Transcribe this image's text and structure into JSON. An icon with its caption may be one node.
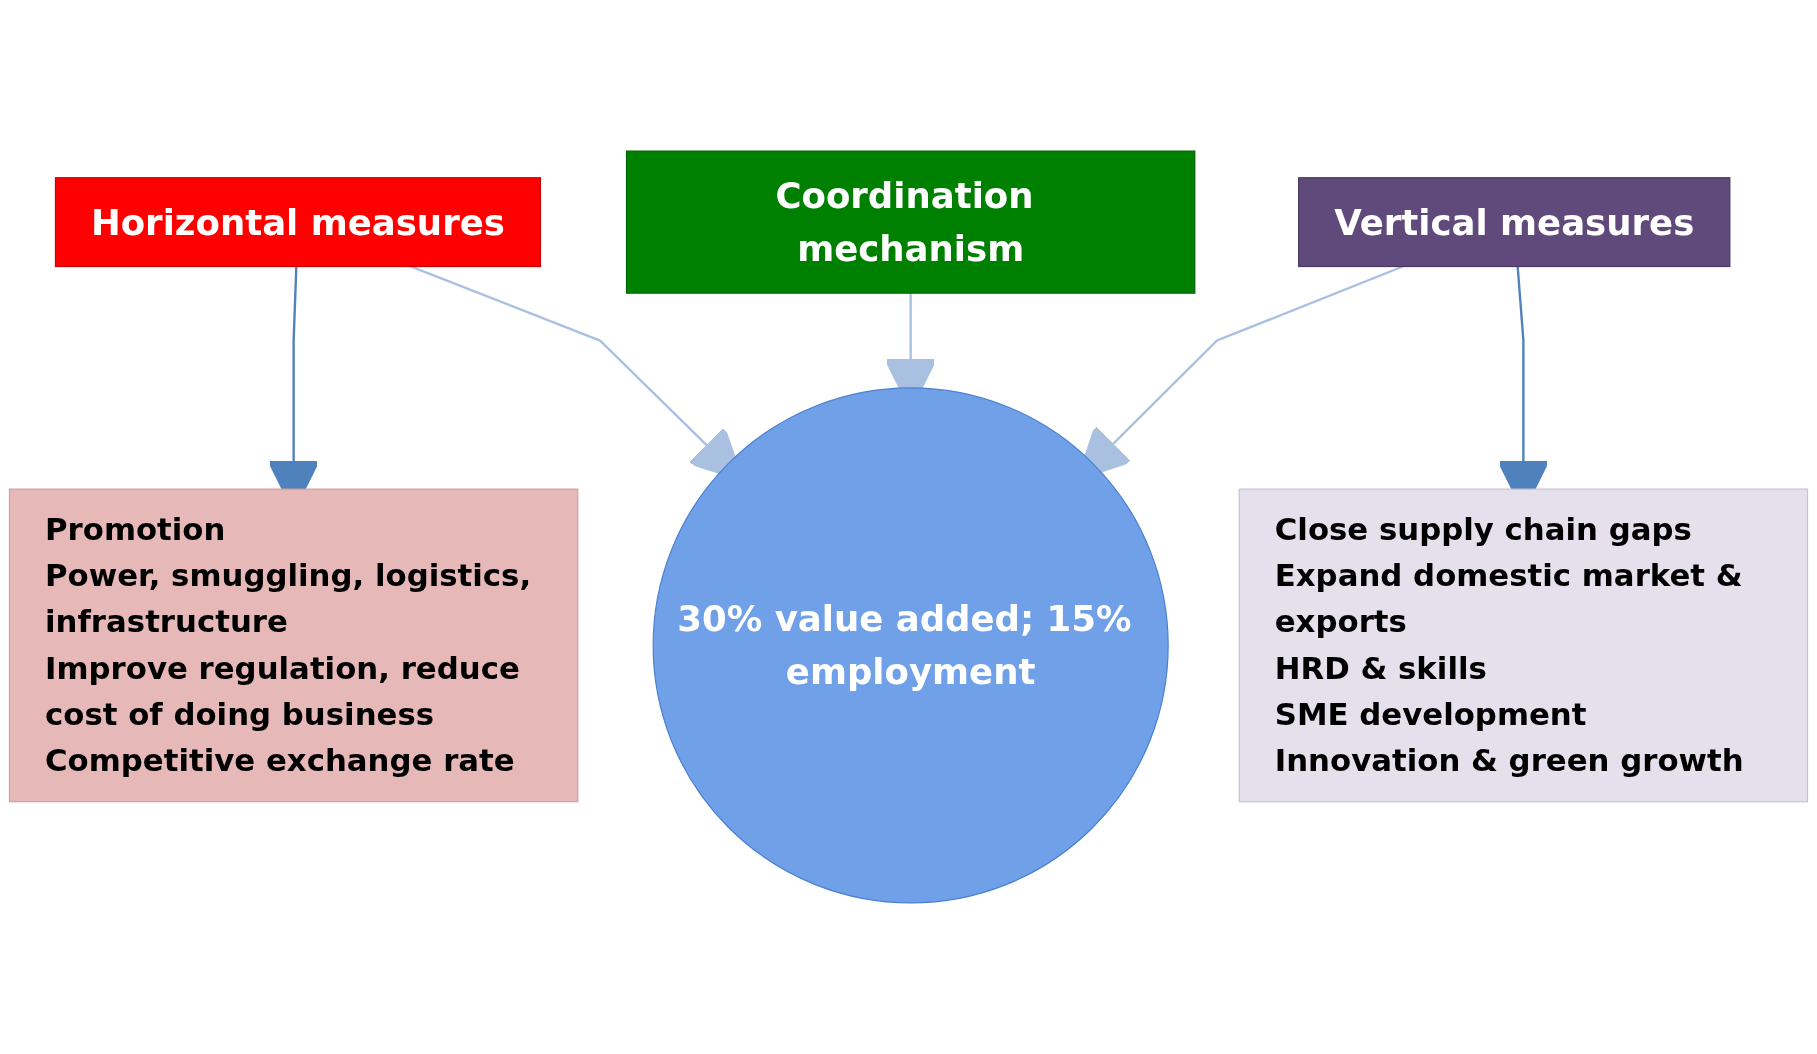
{
  "diagram": {
    "nodes": [
      {
        "text": [
          "Coordination mechanism"
        ]
      },
      {
        "text": [
          "Horizontal measures"
        ]
      },
      {
        "text": [
          "Vertical measures"
        ]
      },
      {
        "text": [
          "30% value added; 15% employment"
        ]
      },
      {
        "text": [
          "Promotion",
          "Power, smuggling, logistics, infrastructure",
          "Improve regulation, reduce cost of doing business",
          "Competitive exchange rate"
        ]
      },
      {
        "text": [
          "Close supply chain gaps",
          "Expand domestic market & exports",
          "HRD & skills",
          "SME development",
          "Innovation & green growth"
        ]
      }
    ],
    "edges": [
      {
        "from": 1,
        "to": 4,
        "arrow": "to"
      },
      {
        "from": 1,
        "to": 3,
        "arrow": "to",
        "color": "#a9c0e0"
      },
      {
        "from": 0,
        "to": 3,
        "arrow": "to",
        "color": "#a9c0e0"
      },
      {
        "from": 2,
        "to": 3,
        "arrow": "to",
        "color": "#a9c0e0"
      },
      {
        "from": 2,
        "to": 5,
        "arrow": "to"
      }
    ]
  }
}
